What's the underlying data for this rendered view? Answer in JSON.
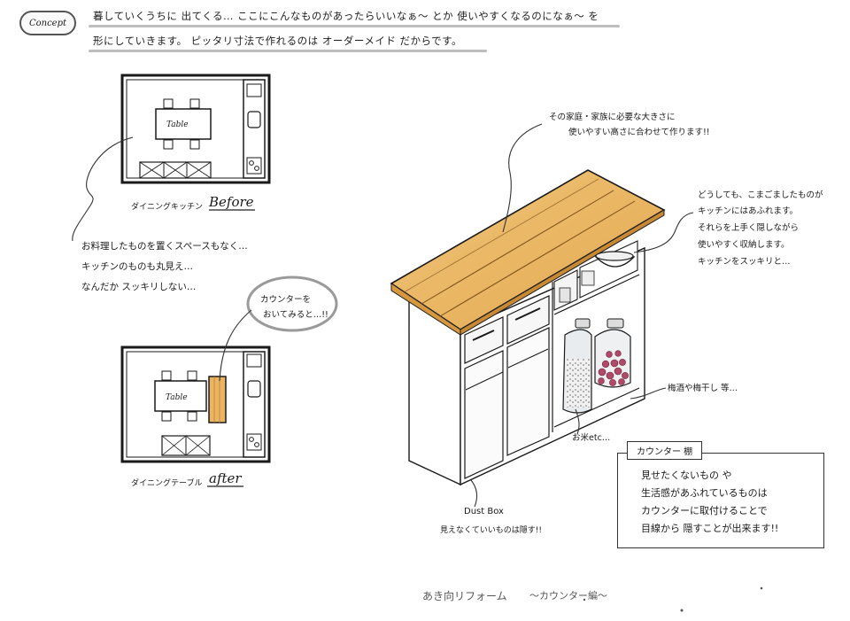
{
  "header": {
    "badge": "Concept",
    "line1": "暮していくうちに 出てくる… ここにこんなものがあったらいいなぁ〜 とか 使いやすくなるのになぁ〜 を",
    "line2": "形にしていきます。 ピッタリ寸法で作れるのは オーダーメイド だからです。"
  },
  "plans": {
    "before_caption": "ダイニングキッチン",
    "before_tag": "Before",
    "after_caption": "ダイニングテーブル",
    "after_tag": "after",
    "table_word": "Table"
  },
  "notes": {
    "problems": [
      "お料理したものを置くスペースもなく…",
      "キッチンのものも丸見え…",
      "なんだか スッキリしない…"
    ],
    "counter_idea": [
      "カウンターを",
      "おいてみると…!!"
    ],
    "top_note": [
      "その家庭・家族に必要な大きさに",
      "使いやすい高さに合わせて作ります!!"
    ],
    "right_note": [
      "どうしても、こまごましたものが",
      "キッチンにはあふれます。",
      "それらを上手く隠しながら",
      "使いやすく収納します。",
      "キッチンをスッキリと…"
    ],
    "pickles": "梅酒や梅干し 等…",
    "rice": "お米etc…",
    "dustbox": "Dust Box",
    "dustbox_sub": "見えなくていいものは隠す!!"
  },
  "counter_box": {
    "title": "カウンター 棚",
    "lines": [
      "見せたくないもの や",
      "生活感があふれているものは",
      "カウンターに取付けることで",
      "目線から 隠すことが出来ます!!"
    ]
  },
  "footer": {
    "brand": "あき向リフォーム",
    "title": "〜カウンター編〜"
  },
  "colors": {
    "wood": "#e9b565",
    "wood_dark": "#d39a45",
    "ink": "#1a1a1a",
    "glass": "#e8ecef",
    "berries": "#b04a68"
  }
}
